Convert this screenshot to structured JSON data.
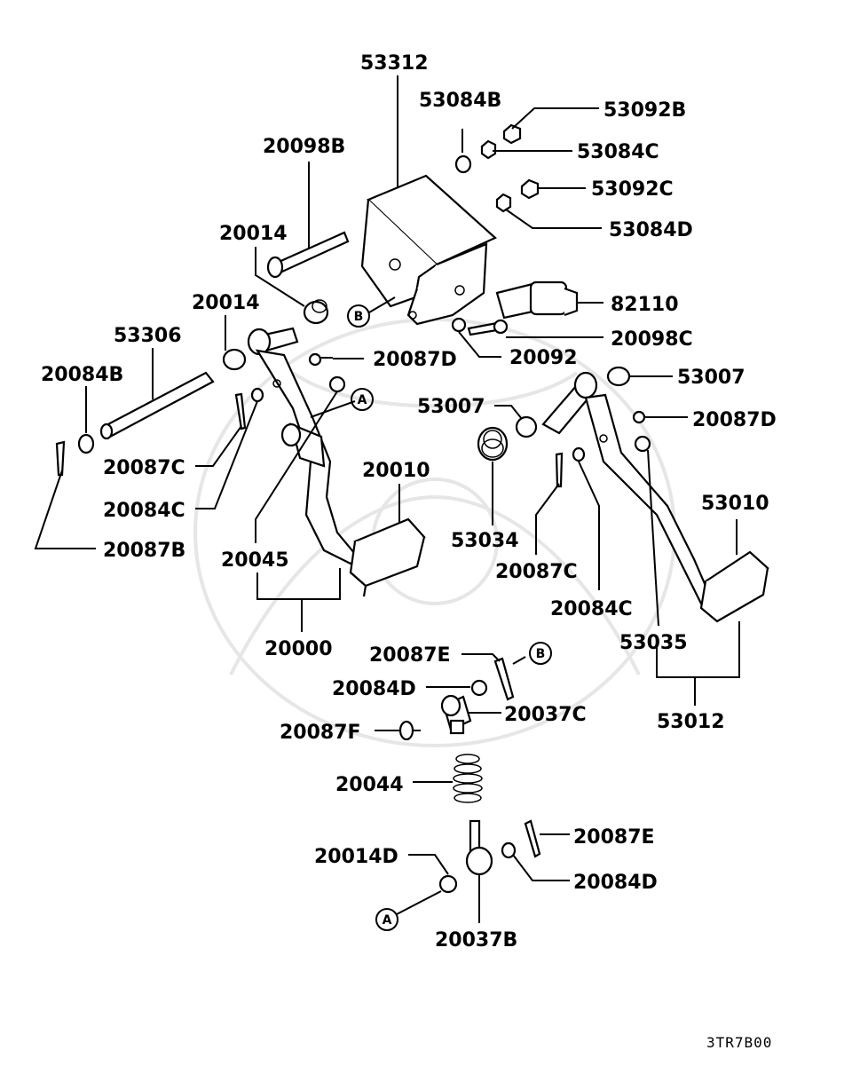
{
  "diagram": {
    "code": "3TR7B00",
    "parts": {
      "p53312": "53312",
      "p53084B": "53084B",
      "p53092B": "53092B",
      "p53084C": "53084C",
      "p53092C": "53092C",
      "p53084D": "53084D",
      "p20098B": "20098B",
      "p20014_top": "20014",
      "p20014_mid": "20014",
      "p82110": "82110",
      "p20098C": "20098C",
      "p20092": "20092",
      "p53306": "53306",
      "p20087D_left": "20087D",
      "p20084B": "20084B",
      "p53007_right": "53007",
      "p53007_mid": "53007",
      "p20087D_right": "20087D",
      "p20087C_left": "20087C",
      "p20010": "20010",
      "p53010": "53010",
      "p20084C_left": "20084C",
      "p53034": "53034",
      "p20087B": "20087B",
      "p20045": "20045",
      "p20087C_right": "20087C",
      "p20084C_right": "20084C",
      "p20000": "20000",
      "p53035": "53035",
      "p20087E_mid": "20087E",
      "p20084D_mid": "20084D",
      "p20037C": "20037C",
      "p53012": "53012",
      "p20087F": "20087F",
      "p20044": "20044",
      "p20087E_low": "20087E",
      "p20014D": "20014D",
      "p20084D_low": "20084D",
      "p20037B": "20037B"
    },
    "callouts": {
      "a_upper": "A",
      "a_lower": "A",
      "b_upper": "B",
      "b_lower": "B"
    }
  }
}
